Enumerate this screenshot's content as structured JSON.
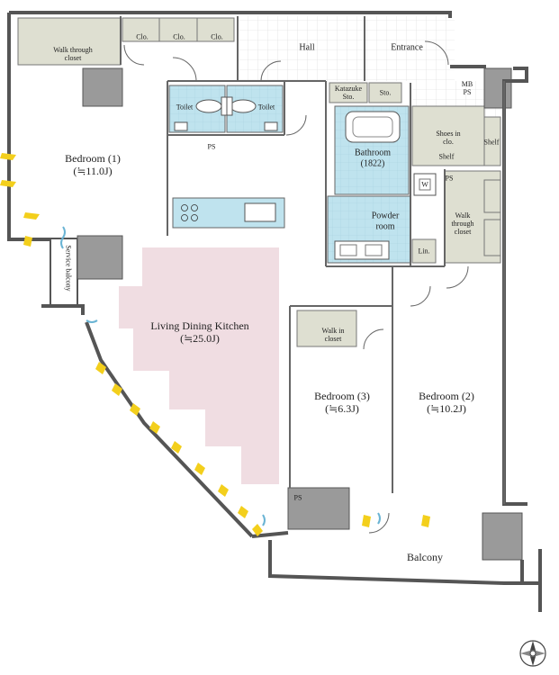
{
  "rooms": {
    "bedroom1": {
      "name": "Bedroom (1)",
      "size": "(≒11.0J)"
    },
    "ldk": {
      "name": "Living Dining Kitchen",
      "size": "(≒25.0J)"
    },
    "bedroom3": {
      "name": "Bedroom (3)",
      "size": "(≒6.3J)"
    },
    "bedroom2": {
      "name": "Bedroom (2)",
      "size": "(≒10.2J)"
    },
    "bathroom": {
      "name": "Bathroom",
      "size": "(1822)"
    },
    "powder": {
      "line1": "Powder",
      "line2": "room"
    },
    "walk_through_top": {
      "line1": "Walk through",
      "line2": "closet"
    },
    "walk_through_right": {
      "line1": "Walk",
      "line2": "through",
      "line3": "closet"
    },
    "walk_in": {
      "line1": "Walk in",
      "line2": "closet"
    },
    "shoes": {
      "line1": "Shoes in",
      "line2": "clo."
    },
    "hall": "Hall",
    "entrance": "Entrance",
    "balcony": "Balcony",
    "service_balcony": "Service balcony",
    "toilet_left": "Toilet",
    "toilet_right": "Toilet",
    "clo1": "Clo.",
    "clo2": "Clo.",
    "clo3": "Clo.",
    "katazuke": {
      "line1": "Katazuke",
      "line2": "Sto."
    },
    "sto": "Sto.",
    "mb": {
      "line1": "MB",
      "line2": "PS"
    },
    "shelf_right": "Shelf",
    "shelf_bottom": "Shelf",
    "ps_kitchen": "PS",
    "ps_closet": "PS",
    "ps_bedroom3": "PS",
    "w": "W",
    "lin": "Lin."
  },
  "colors": {
    "wall": "#555555",
    "pillar": "#9a9a9a",
    "closet": "#dedfd1",
    "water": "#bfe3ee",
    "ldk_fill": "#f0dde2",
    "window": "#f3cf1c",
    "vent": "#6ab4d4",
    "tile": "#d7d7d7"
  },
  "compass": {
    "icon": "compass-icon"
  }
}
